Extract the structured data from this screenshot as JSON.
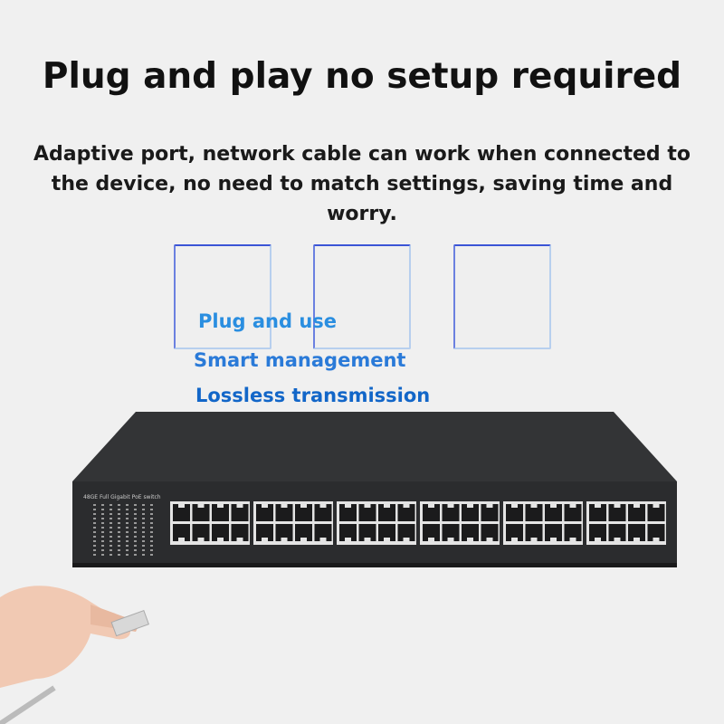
{
  "headline": "Plug and play no setup required",
  "subtitle": "Adaptive port, network cable can work when connected to the device, no need to match settings, saving time and worry.",
  "features": [
    {
      "label": "Plug and use",
      "color": "#2a8ee0"
    },
    {
      "label": "Smart management",
      "color": "#2a7ad8"
    },
    {
      "label": "Lossless transmission",
      "color": "#1266c8"
    }
  ],
  "device": {
    "label": "48GE Full Gigabit PoE switch",
    "port_groups": 6,
    "ports_per_group": 8,
    "body_color": "#2b2c2e"
  }
}
